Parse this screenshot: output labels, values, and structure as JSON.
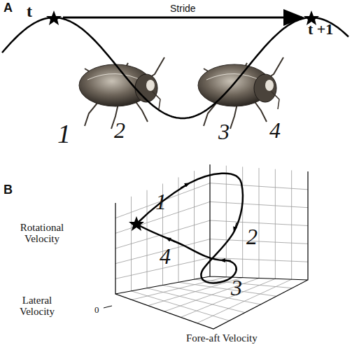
{
  "diagram": {
    "labels": [
      "A",
      "t",
      "Stride",
      "t +1",
      "1",
      "2",
      "3",
      "4",
      "B",
      "1",
      "2",
      "3",
      "4",
      "Rotational Velocity",
      "Lateral Velocity",
      "0",
      "Fore-aft Velocity"
    ]
  }
}
